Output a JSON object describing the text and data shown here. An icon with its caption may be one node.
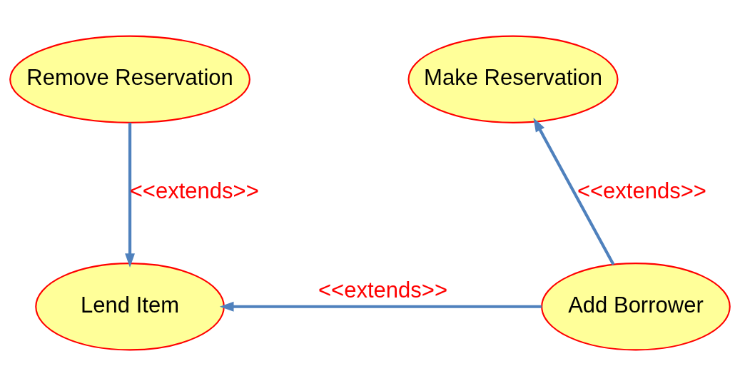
{
  "diagram": {
    "nodes": [
      {
        "text": [
          "Remove Reservation"
        ]
      },
      {
        "text": [
          "Make Reservation"
        ]
      },
      {
        "text": [
          "Lend Item"
        ]
      },
      {
        "text": [
          "Add Borrower"
        ]
      }
    ],
    "edges": [
      {
        "from": 0,
        "to": 2,
        "arrow": "to",
        "label": "<<extends>>"
      },
      {
        "from": 3,
        "to": 1,
        "arrow": "to",
        "label": "<<extends>>"
      },
      {
        "from": 3,
        "to": 2,
        "arrow": "to",
        "label": "<<extends>>"
      }
    ]
  }
}
